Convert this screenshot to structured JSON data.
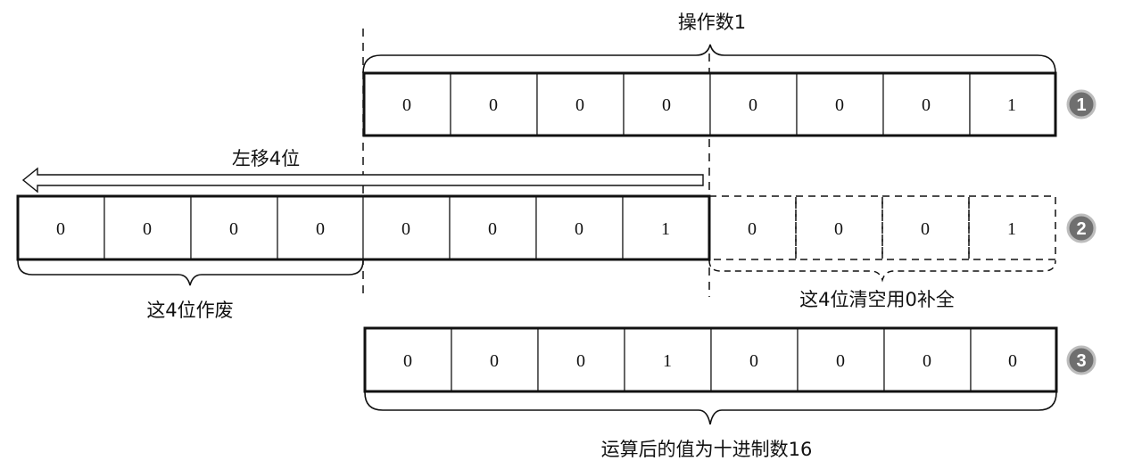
{
  "labels": {
    "operand": "操作数1",
    "shift": "左移4位",
    "discarded": "这4位作废",
    "cleared": "这4位清空用0补全",
    "result": "运算后的值为十进制数16"
  },
  "rows": [
    {
      "badge": "1",
      "bits": [
        "0",
        "0",
        "0",
        "0",
        "0",
        "0",
        "0",
        "1"
      ]
    },
    {
      "badge": "2",
      "bits": [
        "0",
        "0",
        "0",
        "0",
        "0",
        "0",
        "0",
        "1",
        "0",
        "0",
        "0",
        "1"
      ]
    },
    {
      "badge": "3",
      "bits": [
        "0",
        "0",
        "0",
        "1",
        "0",
        "0",
        "0",
        "0"
      ]
    }
  ],
  "colors": {
    "line": "#111111",
    "badge_fill": "#6f6f6f",
    "badge_ring": "#bdbdbd"
  }
}
